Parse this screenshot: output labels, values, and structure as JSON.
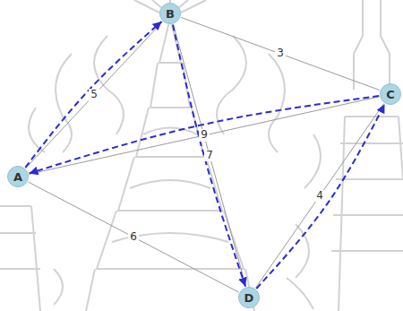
{
  "diagram": {
    "nodes": [
      {
        "text": [
          "A"
        ]
      },
      {
        "text": [
          "B"
        ]
      },
      {
        "text": [
          "C"
        ]
      },
      {
        "text": [
          "D"
        ]
      }
    ],
    "edges": [
      {
        "from": 0,
        "to": 1,
        "label": "5",
        "arrow": "none"
      },
      {
        "from": 1,
        "to": 2,
        "label": "3",
        "arrow": "none"
      },
      {
        "from": 0,
        "to": 2,
        "label": "9",
        "arrow": "none"
      },
      {
        "from": 1,
        "to": 3,
        "label": "7",
        "arrow": "none"
      },
      {
        "from": 0,
        "to": 3,
        "label": "6",
        "arrow": "none"
      },
      {
        "from": 3,
        "to": 2,
        "label": "4",
        "arrow": "none"
      },
      {
        "from": 0,
        "to": 1,
        "arrow": "to"
      },
      {
        "from": 1,
        "to": 3,
        "arrow": "to"
      },
      {
        "from": 3,
        "to": 2,
        "arrow": "to"
      },
      {
        "from": 2,
        "to": 0,
        "arrow": "to"
      }
    ]
  }
}
